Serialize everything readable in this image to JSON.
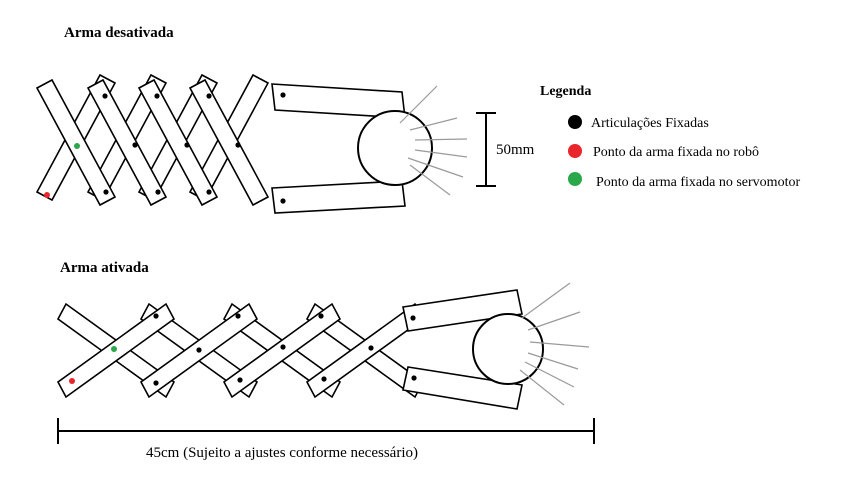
{
  "titles": {
    "deactivated": "Arma desativada",
    "activated": "Arma ativada"
  },
  "legend": {
    "title": "Legenda",
    "items": [
      {
        "label": "Articulações Fixadas",
        "color": "#000000"
      },
      {
        "label": "Ponto da arma fixada no robô",
        "color": "#e8262b"
      },
      {
        "label": "Ponto da arma fixada no servomotor",
        "color": "#2aa84a"
      }
    ]
  },
  "dimensions": {
    "wheel_height": "50mm",
    "total_length": "45cm (Sujeito a ajustes conforme necessário)"
  },
  "colors": {
    "fixed_joint": "#000000",
    "robot_point": "#e8262b",
    "servo_point": "#2aa84a",
    "outline": "#000000",
    "rays": "#9a9a9a"
  }
}
